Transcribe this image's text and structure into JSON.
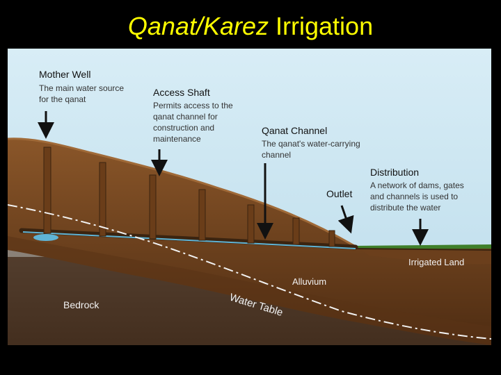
{
  "slide": {
    "title_italic": "Qanat/Karez",
    "title_plain": "Irrigation"
  },
  "diagram": {
    "mother_well": {
      "heading": "Mother Well",
      "lines": [
        "The main water source",
        "for the qanat"
      ]
    },
    "access_shaft": {
      "heading": "Access Shaft",
      "lines": [
        "Permits access to the",
        "qanat channel for",
        "construction and",
        "maintenance"
      ]
    },
    "qanat_channel": {
      "heading": "Qanat Channel",
      "lines": [
        "The qanat's water-carrying",
        "channel"
      ]
    },
    "distribution": {
      "heading": "Distribution",
      "lines": [
        "A network of dams, gates",
        "and channels is used to",
        "distribute the water"
      ]
    },
    "outlet": "Outlet",
    "irrigated_land": "Irrigated Land",
    "alluvium": "Alluvium",
    "bedrock": "Bedrock",
    "water_table": "Water Table",
    "colors": {
      "sky": "#cfe7f2",
      "soil": "#7a4a22",
      "soil_dark": "#5a3316",
      "bedrock": "#3a3a3a",
      "channel_water": "#5fb4d6",
      "grass": "#3f7f2a"
    }
  }
}
